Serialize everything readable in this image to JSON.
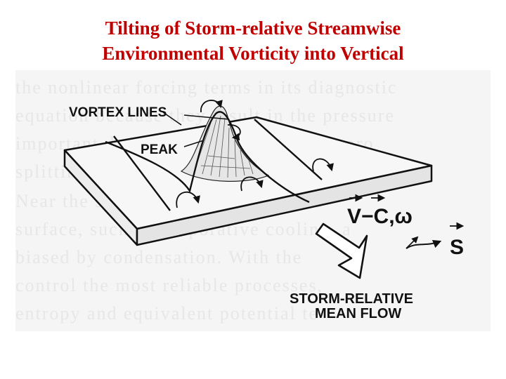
{
  "title": {
    "line1": "Tilting of Storm-relative Streamwise",
    "line2": "Environmental Vorticity into Vertical"
  },
  "background_text": [
    "the nonlinear forcing terms in its diagnostic",
    "equation because they result in the pressure",
    "important dynamical effects on storm pro",
    "splitting.",
    "Near the surface, in other examples",
    "surface, such as evaporative cooling, a",
    "biased by condensation. With the",
    "control the most reliable processes,",
    "entropy and equivalent potential te"
  ],
  "labels": {
    "vortex_lines": "VORTEX LINES",
    "peak": "PEAK",
    "velocity": "V−C,ω",
    "s_vector": "S",
    "flow_line1": "STORM-RELATIVE",
    "flow_line2": "MEAN FLOW"
  },
  "colors": {
    "title": "#c00000",
    "ink": "#111111",
    "background_text": "#e7e7e7"
  }
}
